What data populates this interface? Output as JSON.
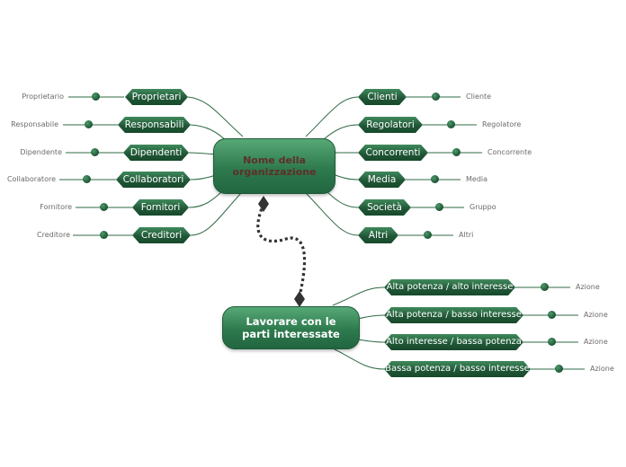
{
  "central_topic": {
    "line1": "Nome della",
    "line2": "organizzazione"
  },
  "second_topic": {
    "line1": "Lavorare con le",
    "line2": "parti interessate"
  },
  "left_branches": [
    {
      "label": "Proprietari",
      "leaf": "Proprietario"
    },
    {
      "label": "Responsabili",
      "leaf": "Responsabile"
    },
    {
      "label": "Dipendenti",
      "leaf": "Dipendente"
    },
    {
      "label": "Collaboratori",
      "leaf": "Collaboratore"
    },
    {
      "label": "Fornitori",
      "leaf": "Fornitore"
    },
    {
      "label": "Creditori",
      "leaf": "Creditore"
    }
  ],
  "right_branches": [
    {
      "label": "Clienti",
      "leaf": "Cliente"
    },
    {
      "label": "Regolatori",
      "leaf": "Regolatore"
    },
    {
      "label": "Concorrenti",
      "leaf": "Concorrente"
    },
    {
      "label": "Media",
      "leaf": "Media"
    },
    {
      "label": "Società",
      "leaf": "Gruppo"
    },
    {
      "label": "Altri",
      "leaf": "Altri"
    }
  ],
  "strategy_branches": [
    {
      "label": "Alta potenza / alto interesse",
      "leaf": "Azione"
    },
    {
      "label": "Alta potenza / basso interesse",
      "leaf": "Azione"
    },
    {
      "label": "Alto interesse / bassa potenza",
      "leaf": "Azione"
    },
    {
      "label": "Bassa potenza / basso interesse",
      "leaf": "Azione"
    }
  ],
  "colors": {
    "branch_dark": "#1f5535",
    "line": "#2f6b45",
    "central_text": "#5f2f2a",
    "second_text": "#ffffff",
    "leaf_text": "#6b6b6b",
    "connector": "#333333"
  }
}
